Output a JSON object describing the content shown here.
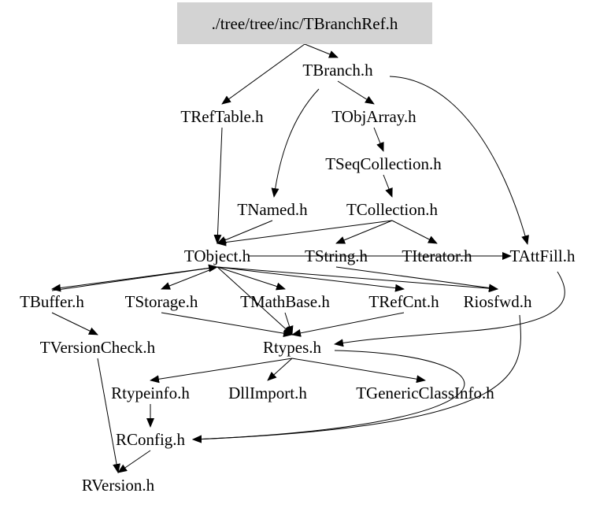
{
  "root": {
    "label": "./tree/tree/inc/TBranchRef.h",
    "fill": "#d3d3d3"
  },
  "nodes": [
    {
      "id": "TBranch",
      "label": "TBranch.h"
    },
    {
      "id": "TRefTable",
      "label": "TRefTable.h"
    },
    {
      "id": "TObjArray",
      "label": "TObjArray.h"
    },
    {
      "id": "TSeqCollection",
      "label": "TSeqCollection.h"
    },
    {
      "id": "TNamed",
      "label": "TNamed.h"
    },
    {
      "id": "TCollection",
      "label": "TCollection.h"
    },
    {
      "id": "TObject",
      "label": "TObject.h"
    },
    {
      "id": "TString",
      "label": "TString.h"
    },
    {
      "id": "TIterator",
      "label": "TIterator.h"
    },
    {
      "id": "TAttFill",
      "label": "TAttFill.h"
    },
    {
      "id": "TBuffer",
      "label": "TBuffer.h"
    },
    {
      "id": "TStorage",
      "label": "TStorage.h"
    },
    {
      "id": "TMathBase",
      "label": "TMathBase.h"
    },
    {
      "id": "TRefCnt",
      "label": "TRefCnt.h"
    },
    {
      "id": "Riosfwd",
      "label": "Riosfwd.h"
    },
    {
      "id": "TVersionCheck",
      "label": "TVersionCheck.h"
    },
    {
      "id": "Rtypes",
      "label": "Rtypes.h"
    },
    {
      "id": "Rtypeinfo",
      "label": "Rtypeinfo.h"
    },
    {
      "id": "DllImport",
      "label": "DllImport.h"
    },
    {
      "id": "TGenericClassInfo",
      "label": "TGenericClassInfo.h"
    },
    {
      "id": "RConfig",
      "label": "RConfig.h"
    },
    {
      "id": "RVersion",
      "label": "RVersion.h"
    }
  ],
  "edges": [
    [
      "root",
      "TBranch"
    ],
    [
      "root",
      "TRefTable"
    ],
    [
      "TBranch",
      "TObjArray"
    ],
    [
      "TBranch",
      "TNamed"
    ],
    [
      "TBranch",
      "TAttFill"
    ],
    [
      "TRefTable",
      "TObject"
    ],
    [
      "TObjArray",
      "TSeqCollection"
    ],
    [
      "TSeqCollection",
      "TCollection"
    ],
    [
      "TNamed",
      "TObject"
    ],
    [
      "TCollection",
      "TObject"
    ],
    [
      "TCollection",
      "TString"
    ],
    [
      "TCollection",
      "TIterator"
    ],
    [
      "TObject",
      "TBuffer"
    ],
    [
      "TBuffer",
      "TObject"
    ],
    [
      "TObject",
      "TStorage"
    ],
    [
      "TObject",
      "Rtypes"
    ],
    [
      "TObject",
      "TMathBase"
    ],
    [
      "TObject",
      "TRefCnt"
    ],
    [
      "TObject",
      "Riosfwd"
    ],
    [
      "TObject",
      "TAttFill"
    ],
    [
      "TBuffer",
      "TVersionCheck"
    ],
    [
      "TString",
      "Riosfwd"
    ],
    [
      "TStorage",
      "Rtypes"
    ],
    [
      "TMathBase",
      "Rtypes"
    ],
    [
      "TRefCnt",
      "Rtypes"
    ],
    [
      "TAttFill",
      "Rtypes"
    ],
    [
      "Riosfwd",
      "RConfig"
    ],
    [
      "Rtypes",
      "Rtypeinfo"
    ],
    [
      "Rtypes",
      "DllImport"
    ],
    [
      "Rtypes",
      "TGenericClassInfo"
    ],
    [
      "Rtypes",
      "RConfig"
    ],
    [
      "Rtypeinfo",
      "RConfig"
    ],
    [
      "RConfig",
      "RVersion"
    ],
    [
      "TVersionCheck",
      "RVersion"
    ]
  ]
}
